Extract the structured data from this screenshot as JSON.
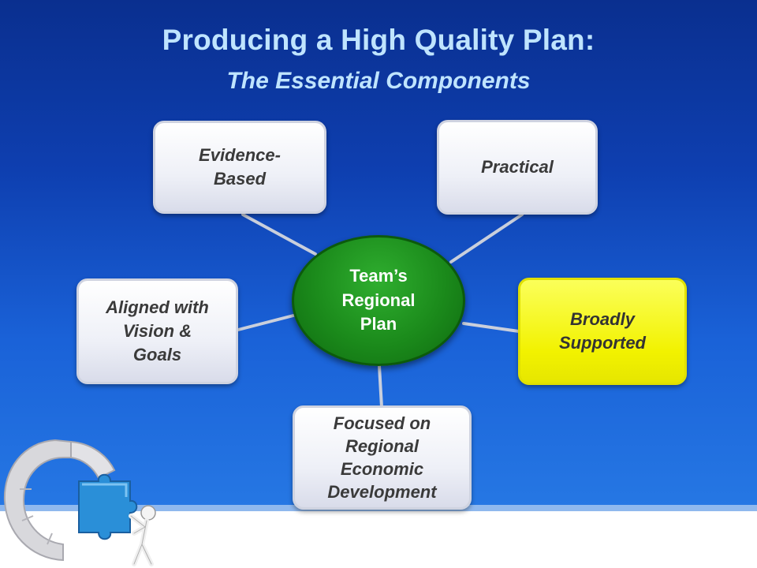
{
  "title": "Producing a High Quality Plan:",
  "subtitle": "The Essential Components",
  "center": {
    "lines": [
      "Team’s",
      "Regional",
      "Plan"
    ]
  },
  "nodes": [
    {
      "id": "evidence-based",
      "lines": [
        "Evidence-",
        "Based"
      ]
    },
    {
      "id": "practical",
      "lines": [
        "Practical"
      ]
    },
    {
      "id": "aligned",
      "lines": [
        "Aligned with",
        "Vision &",
        "Goals"
      ]
    },
    {
      "id": "broadly-supported",
      "lines": [
        "Broadly",
        "Supported"
      ]
    },
    {
      "id": "focused",
      "lines": [
        "Focused on",
        "Regional",
        "Economic",
        "Development"
      ]
    }
  ],
  "colors": {
    "background": "#0e3fb0",
    "title": "#bfe4ff",
    "center_fill": "#1b8a1b",
    "highlight_box": "#f2f200",
    "box": "#eef0f7"
  },
  "icons": [
    "puzzle-figure-icon"
  ]
}
